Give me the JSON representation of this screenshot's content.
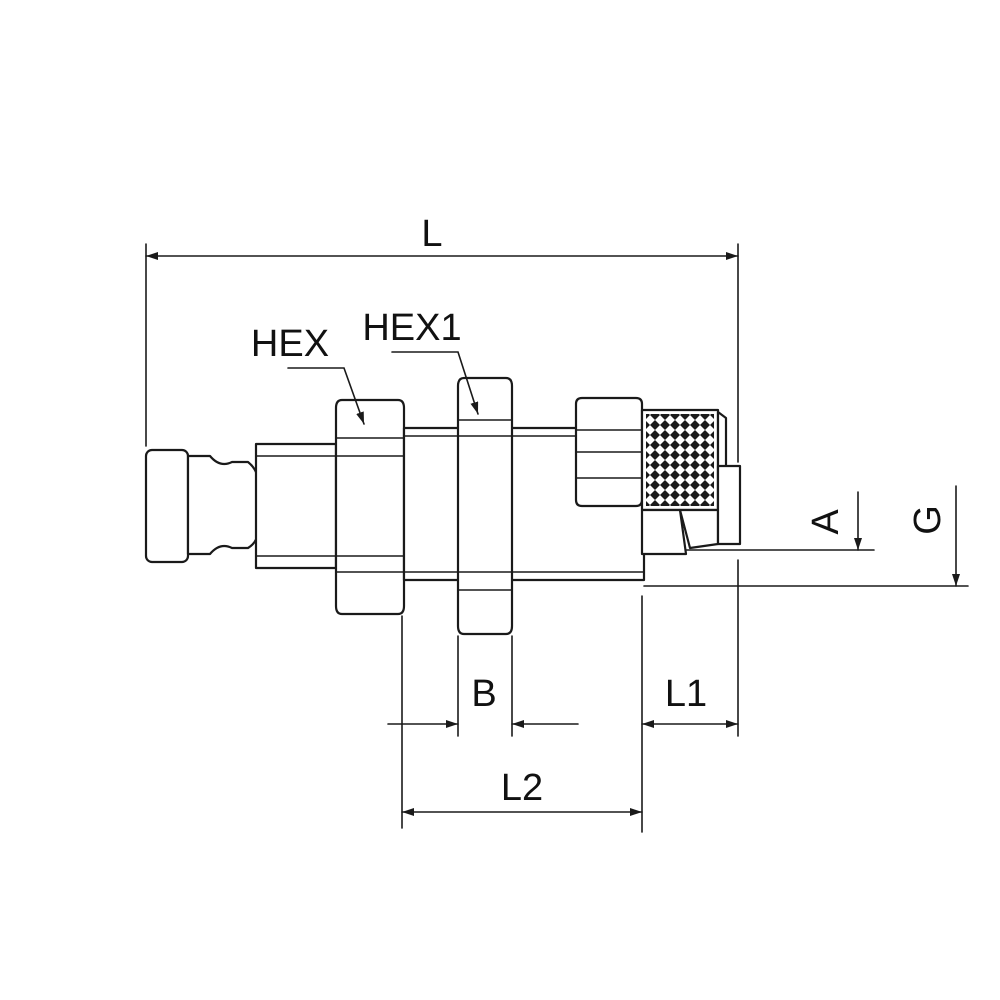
{
  "labels": {
    "L": "L",
    "HEX": "HEX",
    "HEX1": "HEX1",
    "A": "A",
    "G": "G",
    "B": "B",
    "L1": "L1",
    "L2": "L2"
  },
  "colors": {
    "line": "#1a1a1a",
    "background": "#ffffff"
  }
}
